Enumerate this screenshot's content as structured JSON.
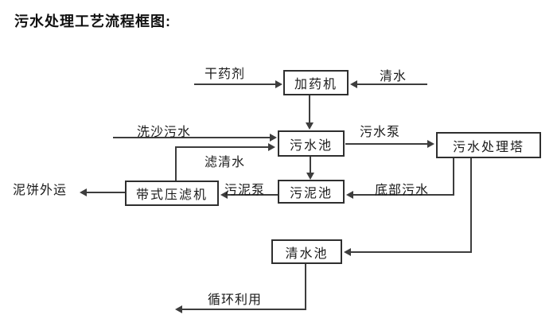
{
  "title": "污水处理工艺流程框图:",
  "nodes": {
    "dosing_machine": {
      "label": "加药机"
    },
    "sewage_pool": {
      "label": "污水池"
    },
    "sewage_treatment_tower": {
      "label": "污水处理塔"
    },
    "sludge_pool": {
      "label": "污泥池"
    },
    "belt_filter_press": {
      "label": "带式压滤机"
    },
    "clean_water_pool": {
      "label": "清水池"
    }
  },
  "flow_labels": {
    "dry_agent": "干药剂",
    "clean_water": "清水",
    "sand_washing_sewage": "洗沙污水",
    "filtered_water": "滤清水",
    "sewage_pump": "污水泵",
    "bottom_sewage": "底部污水",
    "sludge_pump": "污泥泵",
    "mud_cake_shipping": "泥饼外运",
    "recycling": "循环利用"
  },
  "colors": {
    "line": "#3d3d3d",
    "box_border": "#2f2f2f",
    "text": "#1a1a1a",
    "background": "#ffffff"
  }
}
